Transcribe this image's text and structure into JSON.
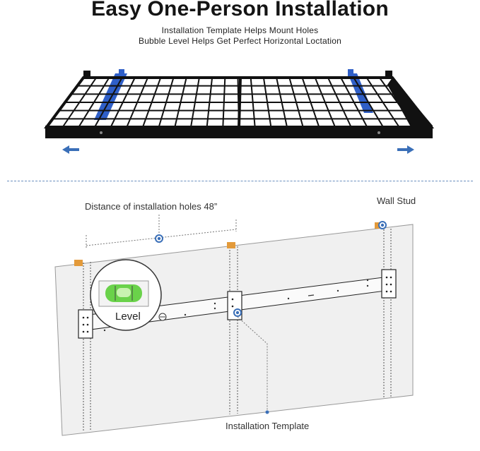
{
  "header": {
    "title": "Easy One-Person Installation",
    "line1": "Installation Template Helps Mount Holes",
    "line2": "Bubble Level Helps Get Perfect Horizontal Loctation"
  },
  "diagram": {
    "distance_label": "Distance of installation holes 48”",
    "stud_label": "Wall Stud",
    "level_label": "Level",
    "template_label": "Installation Template"
  },
  "colors": {
    "shelf": "#111111",
    "bracket": "#2f5fc8",
    "accent_dot": "#3a6fb8",
    "stud": "#e39a3a",
    "level_green": "#6ad24a",
    "divider": "#6a8fbf"
  },
  "icons": [
    "left-arrow-icon",
    "right-arrow-icon",
    "marker-dot-icon",
    "bubble-level-icon"
  ]
}
